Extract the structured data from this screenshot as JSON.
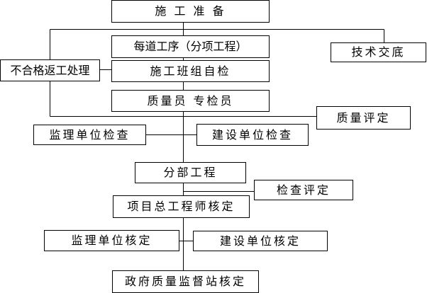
{
  "diagram": {
    "steps": {
      "start": "施 工 准 备",
      "process": "每道工序（分项工程）",
      "briefing": "技术交底",
      "rework": "不合格返工处理",
      "self_check": "施工班组自检",
      "inspector": "质量员   专检员",
      "quality_eval": "质量评定",
      "supervisor_check": "监理单位检查",
      "owner_check": "建设单位检查",
      "division_project": "分部工程",
      "check_eval": "检查评定",
      "chief_engineer": "项目总工程师核定",
      "supervisor_verify": "监理单位核定",
      "owner_verify": "建设单位核定",
      "government_verify": "政府质量监督站核定"
    }
  }
}
